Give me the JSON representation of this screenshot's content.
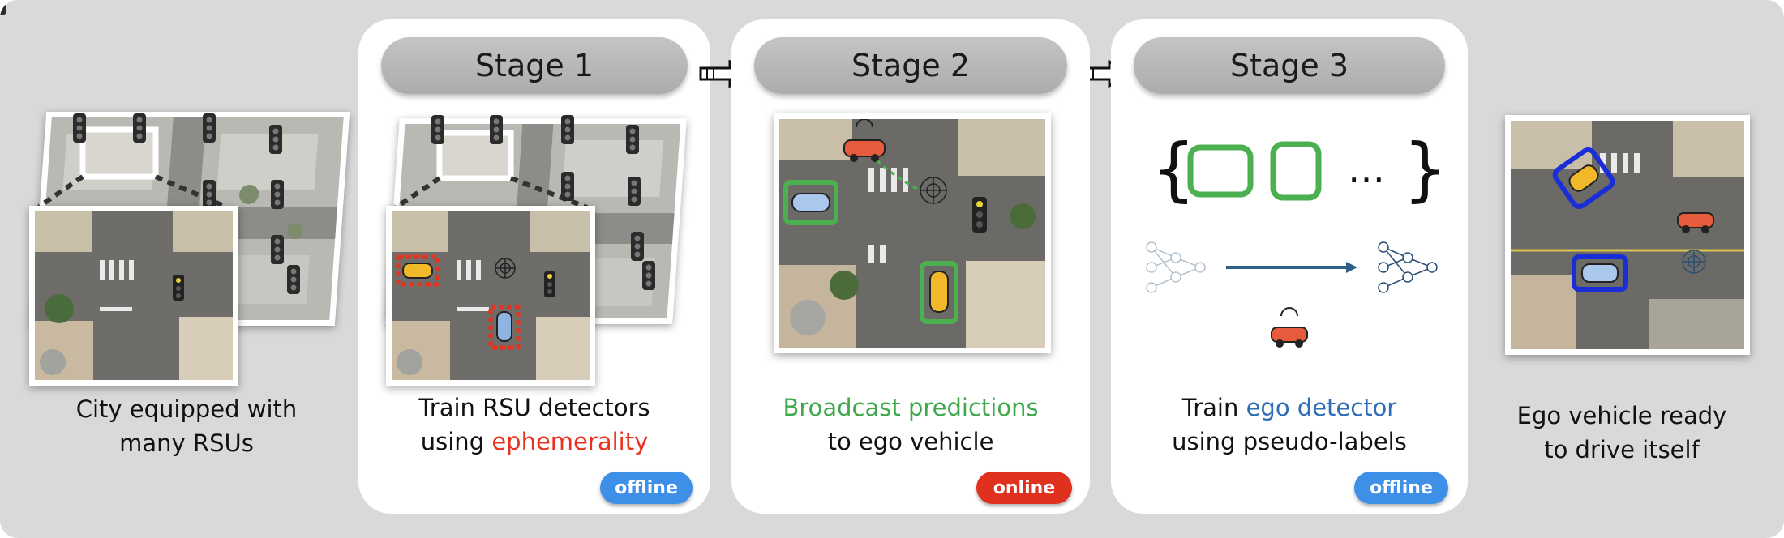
{
  "stages": [
    {
      "title": "Stage 1",
      "caption_line1": "Train RSU detectors",
      "caption_prefix": "using ",
      "caption_highlight": "ephemerality",
      "badge": "offline"
    },
    {
      "title": "Stage 2",
      "caption_highlight": "Broadcast predictions",
      "caption_line2": "to ego vehicle",
      "badge": "online"
    },
    {
      "title": "Stage 3",
      "caption_prefix": "Train ",
      "caption_highlight": "ego detector",
      "caption_line2": "using pseudo-labels",
      "badge": "offline"
    }
  ],
  "left_caption": {
    "line1": "City equipped with",
    "line2": "many RSUs"
  },
  "right_caption": {
    "line1": "Ego vehicle ready",
    "line2": "to drive itself"
  },
  "set_notation": {
    "open": "{",
    "ellipsis": "…",
    "close": "}"
  },
  "colors": {
    "red_highlight": "#e8321e",
    "green_highlight": "#3fa84b",
    "blue_highlight": "#2f6db5",
    "offline_badge": "#3d8fe8",
    "online_badge": "#e0301e",
    "detection_green": "#4caf50",
    "detection_blue": "#1a2ed8",
    "detection_red_dashed": "#e8321e"
  }
}
